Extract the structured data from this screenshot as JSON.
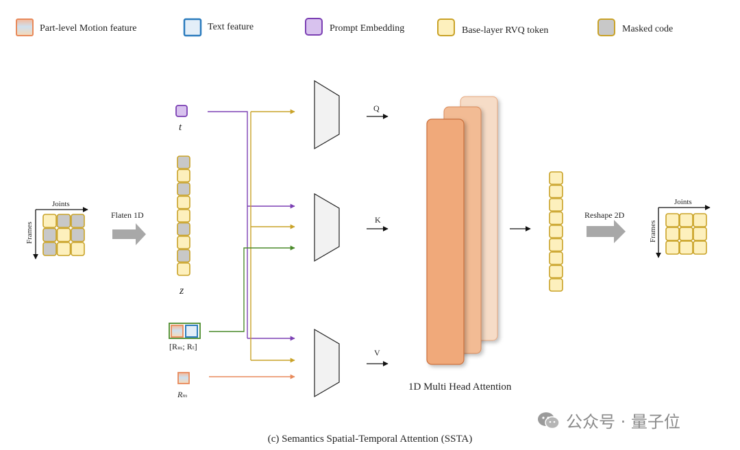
{
  "legend": {
    "part_motion": "Part-level Motion feature",
    "text_feature": "Text feature",
    "prompt_embedding": "Prompt Embedding",
    "base_rvq": "Base-layer RVQ token",
    "masked_code": "Masked code"
  },
  "left_grid": {
    "joints": "Joints",
    "frames": "Frames"
  },
  "flatten_label": "Flaten 1D",
  "labels": {
    "t": "t",
    "z": "z",
    "rm_rt": "[Rₘ; Rₜ]",
    "rm": "Rₘ",
    "q": "Q",
    "k": "K",
    "v": "V"
  },
  "attention_label": "1D Multi Head Attention",
  "reshape_label": "Reshape 2D",
  "right_grid": {
    "joints": "Joints",
    "frames": "Frames"
  },
  "watermark": "公众号 · 量子位",
  "caption": "(c) Semantics Spatial-Temporal Attention (SSTA)",
  "colors": {
    "token_fill": "#fdf0bd",
    "token_stroke": "#c9a227",
    "masked_fill": "#c8c8c8",
    "prompt_fill": "#d8c2ee",
    "prompt_stroke": "#7b3fb3",
    "text_stroke": "#2a7bbd",
    "motion_stroke": "#e8895a",
    "attention_fill": "#f0a97a",
    "line_purple": "#7b3fb3",
    "line_gold": "#c9a227",
    "line_green": "#4a8a2a",
    "line_orange": "#e8895a",
    "arrow_gray": "#a8a8a8"
  }
}
